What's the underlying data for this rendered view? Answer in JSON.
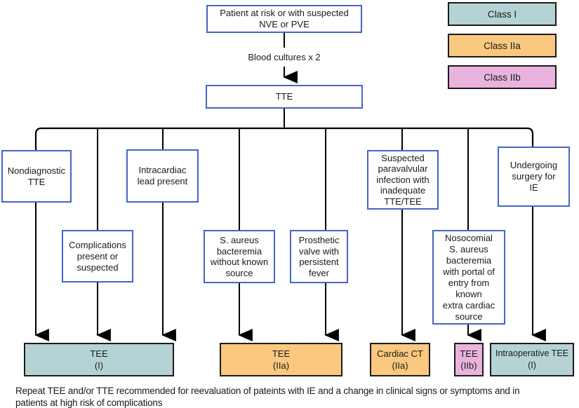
{
  "diagram": {
    "start_label": "Patient at risk or with suspected\nNVE or PVE",
    "edge_label": "Blood cultures x 2",
    "tte_label": "TTE",
    "criteria": [
      {
        "label": "Nondiagnostic\nTTE"
      },
      {
        "label": "Complications\npresent or\nsuspected"
      },
      {
        "label": "Intracardiac\nlead present"
      },
      {
        "label": "S. aureus\nbacteremia\nwithout known\nsource"
      },
      {
        "label": "Prosthetic\nvalve with\npersistent\nfever"
      },
      {
        "label": "Suspected\nparavalvular\ninfection with\ninadequate\nTTE/TEE"
      },
      {
        "label": "Nosocomial\nS. aureus\nbacteremia\nwith portal of\nentry from\nknown\nextra cardiac\nsource"
      },
      {
        "label": "Undergoing\nsurgery for\nIE"
      }
    ],
    "outcomes": [
      {
        "label": "TEE\n(I)",
        "class_level": "Class I",
        "color": "#b5d3d5"
      },
      {
        "label": "TEE\n(IIa)",
        "class_level": "Class IIa",
        "color": "#fac87f"
      },
      {
        "label": "Cardiac CT\n(IIa)",
        "class_level": "Class IIa",
        "color": "#fac87f"
      },
      {
        "label": "TEE\n(IIb)",
        "class_level": "Class IIb",
        "color": "#e9b3dd"
      },
      {
        "label": "Intraoperative TEE\n(I)",
        "class_level": "Class I",
        "color": "#b5d3d5"
      }
    ]
  },
  "legend": [
    {
      "label": "Class I",
      "color": "#b5d3d5"
    },
    {
      "label": "Class IIa",
      "color": "#fac87f"
    },
    {
      "label": "Class IIb",
      "color": "#e9b3dd"
    }
  ],
  "footnote": "Repeat TEE and/or TTE recommended for reevaluation of pateints with IE and a change in clinical signs or symptoms and in\npatients at high risk of complications",
  "colors": {
    "node_border": "#4466c4",
    "line": "#000000"
  }
}
